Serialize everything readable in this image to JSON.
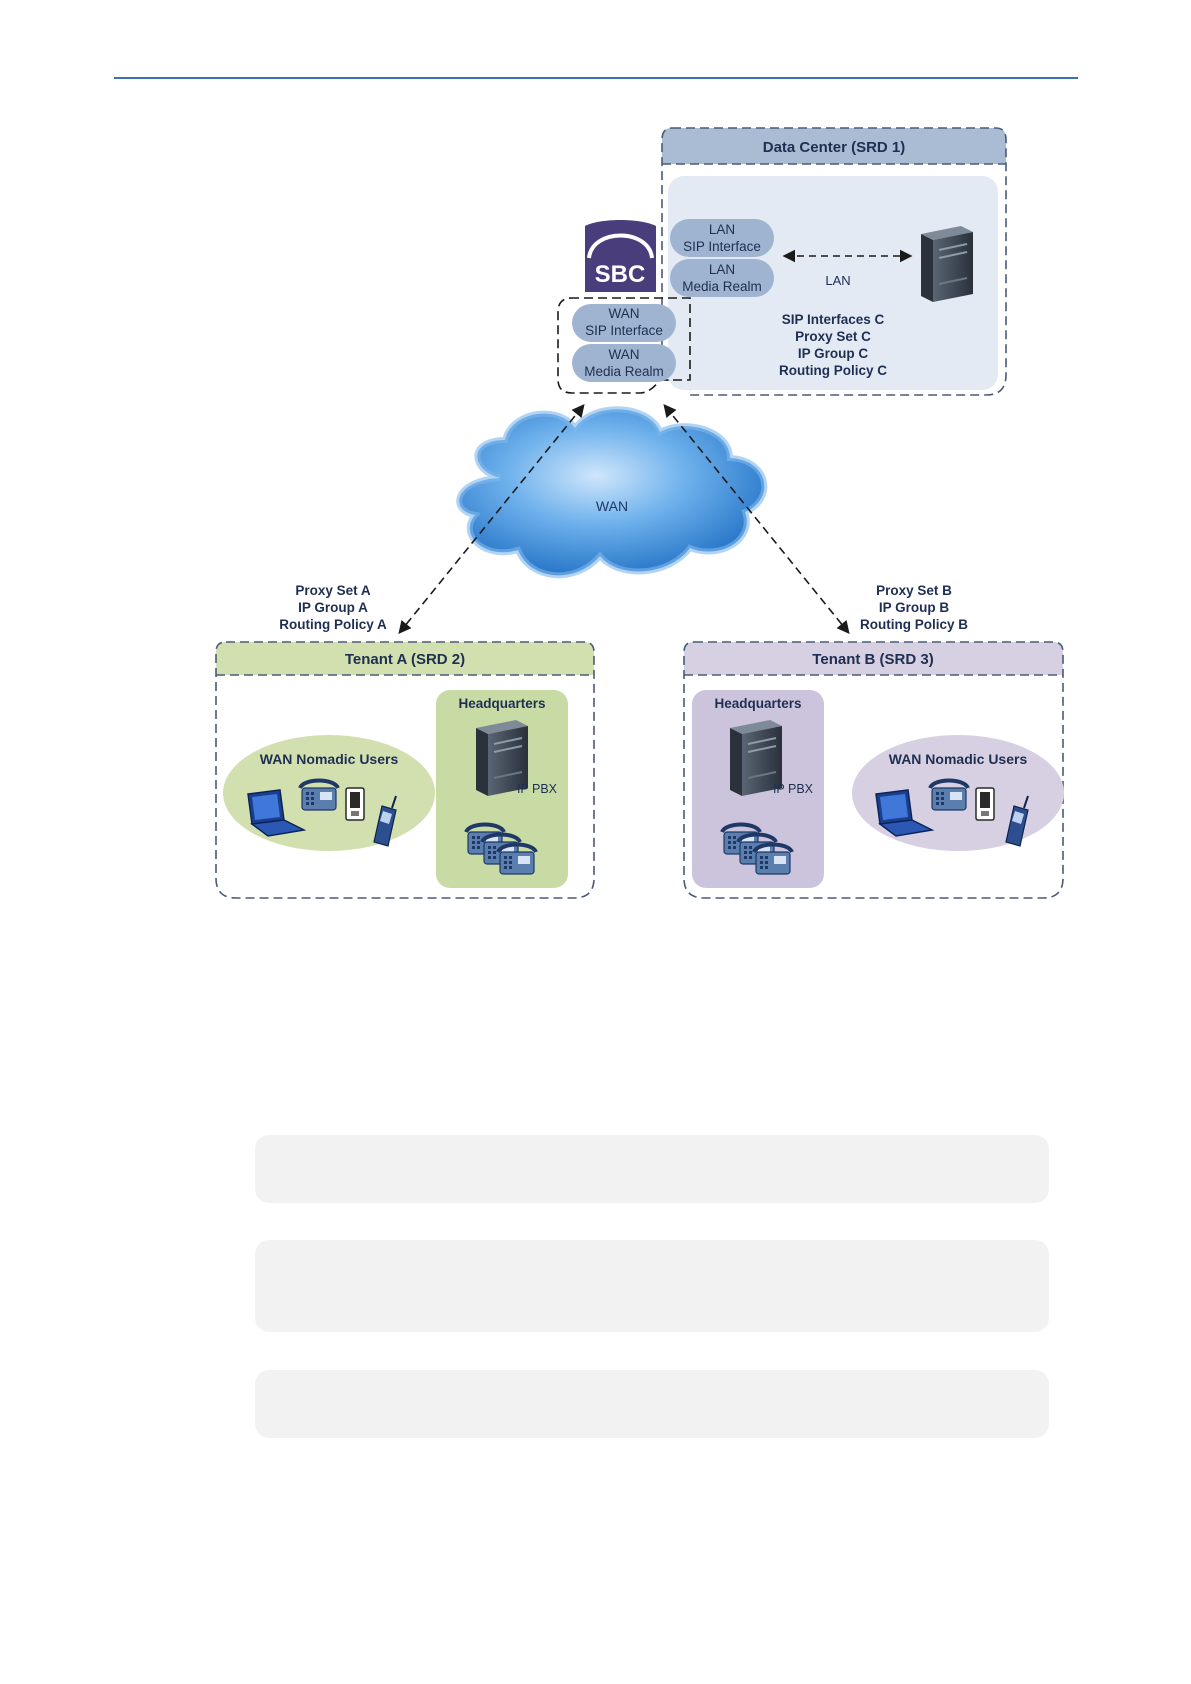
{
  "diagram": {
    "data_center": {
      "title": "Data Center (SRD 1)",
      "lan_sip": [
        "LAN",
        "SIP Interface"
      ],
      "lan_media": [
        "LAN",
        "Media Realm"
      ],
      "lan_link": "LAN",
      "config": [
        "SIP Interfaces C",
        "Proxy Set C",
        "IP Group C",
        "Routing Policy C"
      ]
    },
    "sbc": {
      "logo_text": "SBC",
      "wan_sip": [
        "WAN",
        "SIP Interface"
      ],
      "wan_media": [
        "WAN",
        "Media Realm"
      ]
    },
    "cloud": {
      "label": "WAN"
    },
    "tenant_a": {
      "config": [
        "Proxy Set A",
        "IP Group A",
        "Routing Policy A"
      ],
      "title": "Tenant A (SRD 2)",
      "nomadic_label": "WAN Nomadic Users",
      "hq_label": "Headquarters",
      "pbx_label": "IP PBX"
    },
    "tenant_b": {
      "config": [
        "Proxy Set B",
        "IP Group B",
        "Routing Policy B"
      ],
      "title": "Tenant B (SRD 3)",
      "nomadic_label": "WAN Nomadic Users",
      "hq_label": "Headquarters",
      "pbx_label": "IP PBX"
    }
  },
  "colors": {
    "rule": "#3b73b0",
    "dc_header": "#a9bcd4",
    "dc_inner": "#e3eaf4",
    "pill": "#9fb4d0",
    "tenant_a": "#d2e0b0",
    "tenant_a_light": "#c9dba4",
    "tenant_b": "#d6d0e2",
    "tenant_b_light": "#ccc4dc",
    "sbc_logo": "#4a3d7c",
    "text_dark": "#1f2f52",
    "note_bg": "#f2f2f2"
  },
  "icons": [
    "server-icon",
    "laptop-icon",
    "desk-phone-icon",
    "pda-icon",
    "mobile-phone-icon",
    "ip-phone-group-icon",
    "sbc-logo-icon",
    "cloud-icon"
  ]
}
